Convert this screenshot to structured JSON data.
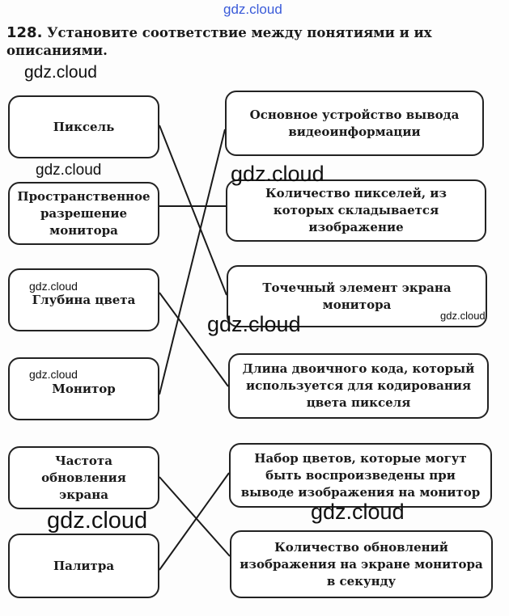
{
  "exercise": {
    "number": "128.",
    "text": "Установите соответствие между понятиями и их описаниями."
  },
  "left": [
    "Пиксель",
    "Пространственное разрешение монитора",
    "Глубина цвета",
    "Монитор",
    "Частота обновления экрана",
    "Палитра"
  ],
  "right": [
    "Основное устройство вывода видеоинформации",
    "Количество пикселей, из которых складывается изображение",
    "Точечный элемент экрана монитора",
    "Длина двоичного кода, который используется для кодирования цвета пикселя",
    "Набор цветов, которые могут быть воспроизведены при выводе изображения на монитор",
    "Количество обновлений изображения на экране монитора в секунду"
  ],
  "matches": [
    [
      0,
      2
    ],
    [
      1,
      1
    ],
    [
      2,
      3
    ],
    [
      3,
      0
    ],
    [
      4,
      5
    ],
    [
      5,
      4
    ]
  ],
  "watermarks": [
    "gdz.cloud",
    "gdz.cloud",
    "gdz.cloud",
    "gdz.cloud",
    "gdz.cloud",
    "gdz.cloud",
    "gdz.cloud",
    "gdz.cloud",
    "gdz.cloud",
    "gdz.cloud"
  ]
}
